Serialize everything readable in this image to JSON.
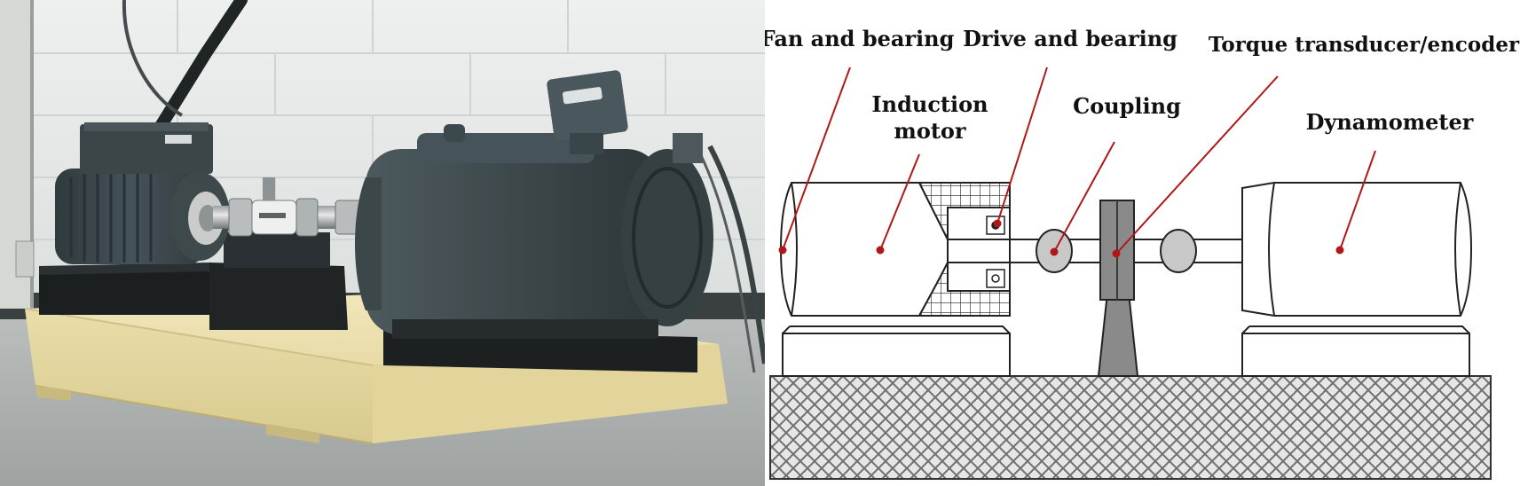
{
  "figure": {
    "photo": {
      "description_free": true
    },
    "schematic": {
      "labels": {
        "fan_and_bearing": "Fan and bearing",
        "drive_and_bearing": "Drive and bearing",
        "torque_transducer": "Torque transducer/encoder",
        "induction_motor_line1": "Induction",
        "induction_motor_line2": "motor",
        "coupling": "Coupling",
        "dynamometer": "Dynamometer"
      },
      "colors": {
        "leader": "#b01818",
        "outline": "#222222",
        "transducer": "#8a8a8a",
        "coupling_disc": "#c8c8c8",
        "base_hatch": "#7a7a7a",
        "base_fill": "#e4e4e4"
      }
    }
  }
}
